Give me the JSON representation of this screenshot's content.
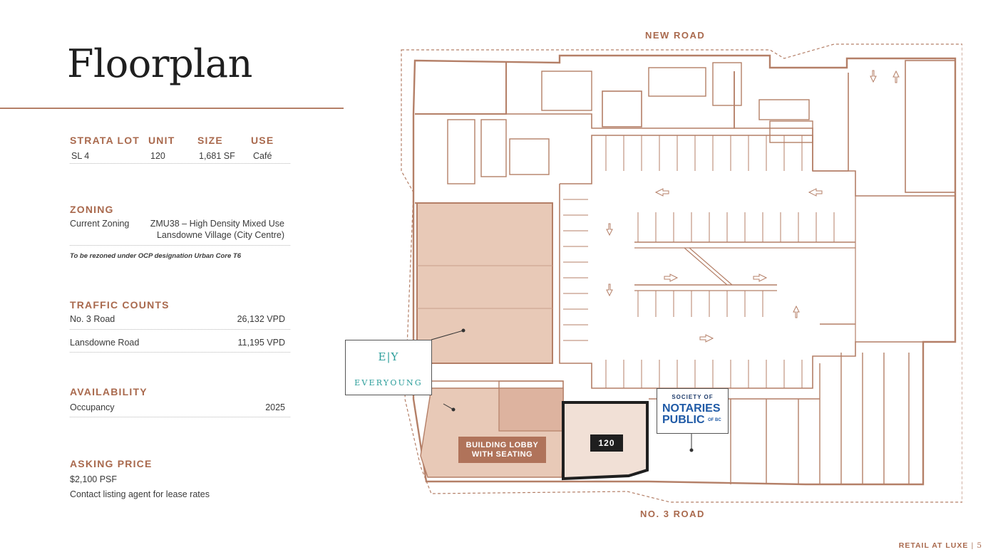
{
  "page": {
    "title": "Floorplan"
  },
  "strata": {
    "headers": [
      "STRATA LOT",
      "UNIT",
      "SIZE",
      "USE"
    ],
    "row": [
      "SL 4",
      "120",
      "1,681 SF",
      "Café"
    ]
  },
  "zoning": {
    "heading": "ZONING",
    "label": "Current Zoning",
    "value_line1": "ZMU38 – High Density Mixed Use",
    "value_line2": "Lansdowne Village (City Centre)",
    "note": "To be rezoned under OCP designation Urban Core T6"
  },
  "traffic": {
    "heading": "TRAFFIC COUNTS",
    "rows": [
      {
        "label": "No. 3 Road",
        "value": "26,132 VPD"
      },
      {
        "label": "Lansdowne Road",
        "value": "11,195 VPD"
      }
    ]
  },
  "availability": {
    "heading": "AVAILABILITY",
    "label": "Occupancy",
    "value": "2025"
  },
  "asking": {
    "heading": "ASKING PRICE",
    "price": "$2,100 PSF",
    "note": "Contact listing agent for lease rates"
  },
  "plan": {
    "road_top": "NEW ROAD",
    "road_bottom": "NO. 3 ROAD",
    "unit_label": "120",
    "lobby_line1": "BUILDING LOBBY",
    "lobby_line2": "WITH SEATING",
    "tenant_ey_mark": "E|Y",
    "tenant_ey_name": "EVERYOUNG",
    "tenant_snp_top": "SOCIETY OF",
    "tenant_snp_line1": "NOTARIES",
    "tenant_snp_line2": "PUBLIC",
    "tenant_snp_small": "OF BC"
  },
  "footer": {
    "brand": "RETAIL AT LUXE",
    "page_number": "5"
  },
  "colors": {
    "accent": "#a9694d",
    "plan_line": "#b47f67",
    "highlight_fill": "#e8c9b7",
    "ey_teal": "#2a9d9a",
    "snp_blue": "#1f5aa6"
  }
}
